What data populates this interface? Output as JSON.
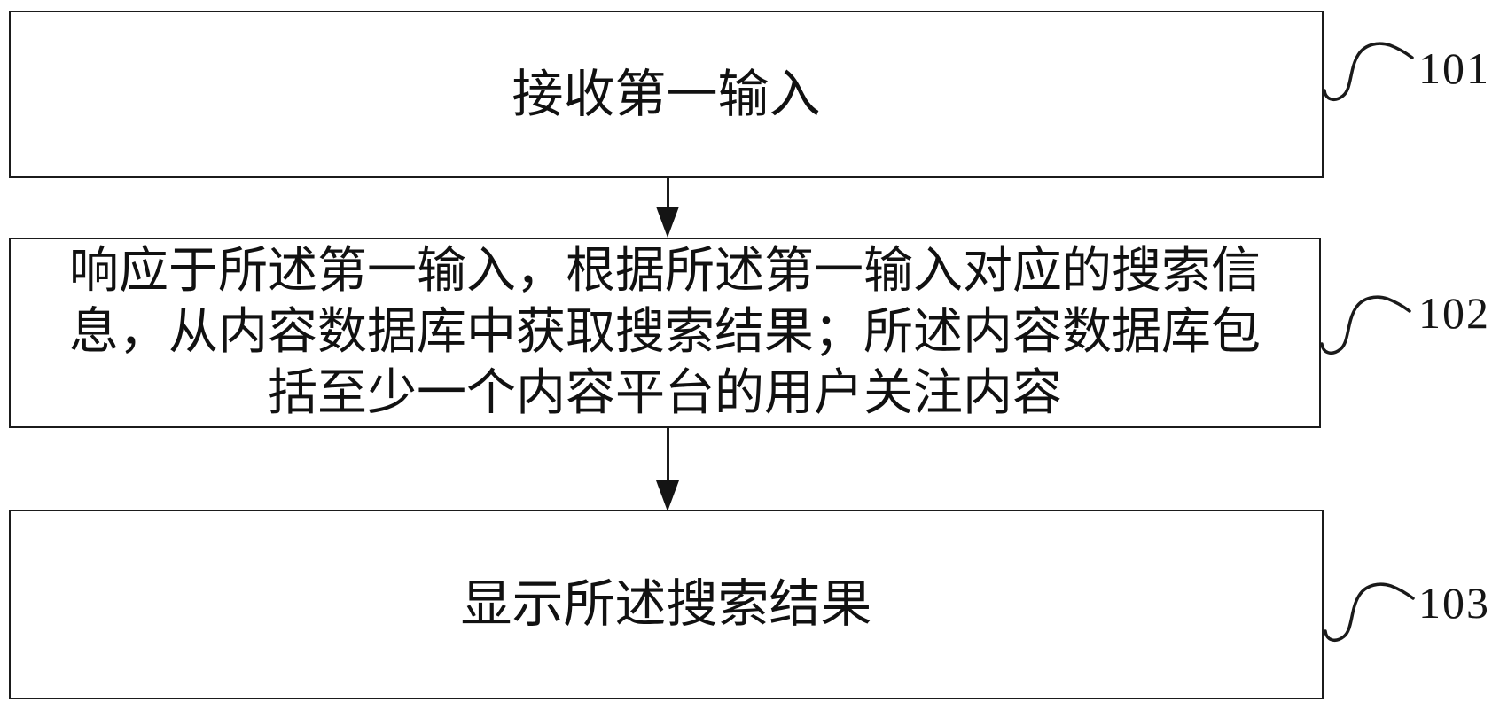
{
  "figure": {
    "type": "flowchart",
    "background_color": "#ffffff",
    "ink_color": "#1b1b1b",
    "steps": [
      {
        "ref": "101",
        "lines": [
          "接收第一输入"
        ]
      },
      {
        "ref": "102",
        "lines": [
          "响应于所述第一输入，根据所述第一输入对应的搜索信",
          "息，从内容数据库中获取搜索结果；所述内容数据库包",
          "括至少一个内容平台的用户关注内容"
        ]
      },
      {
        "ref": "103",
        "lines": [
          "显示所述搜索结果"
        ]
      }
    ],
    "connectors": [
      {
        "from": "101",
        "to": "102",
        "direction": "down"
      },
      {
        "from": "102",
        "to": "103",
        "direction": "down"
      }
    ]
  }
}
